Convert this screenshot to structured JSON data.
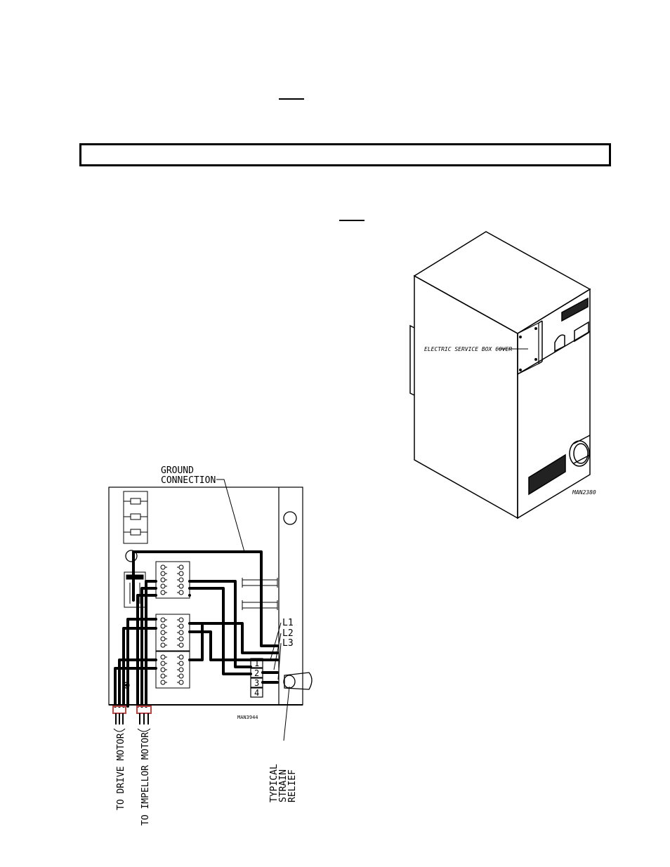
{
  "labels": {
    "ground_connection": [
      "GROUND",
      "CONNECTION"
    ],
    "l1": "L1",
    "l2": "L2",
    "l3": "L3",
    "terminals": [
      "1",
      "2",
      "3",
      "4"
    ],
    "strain_relief": [
      "TYPICAL",
      "STRAIN",
      "RELIEF"
    ],
    "to_drive_motor": "TO DRIVE MOTOR",
    "to_impellor_motor": "TO IMPELLOR MOTOR",
    "wiring_drawing_no": "MAN3944",
    "cabinet_callout": "ELECTRIC SERVICE BOX COVER",
    "cabinet_drawing_no": "MAN2380"
  }
}
